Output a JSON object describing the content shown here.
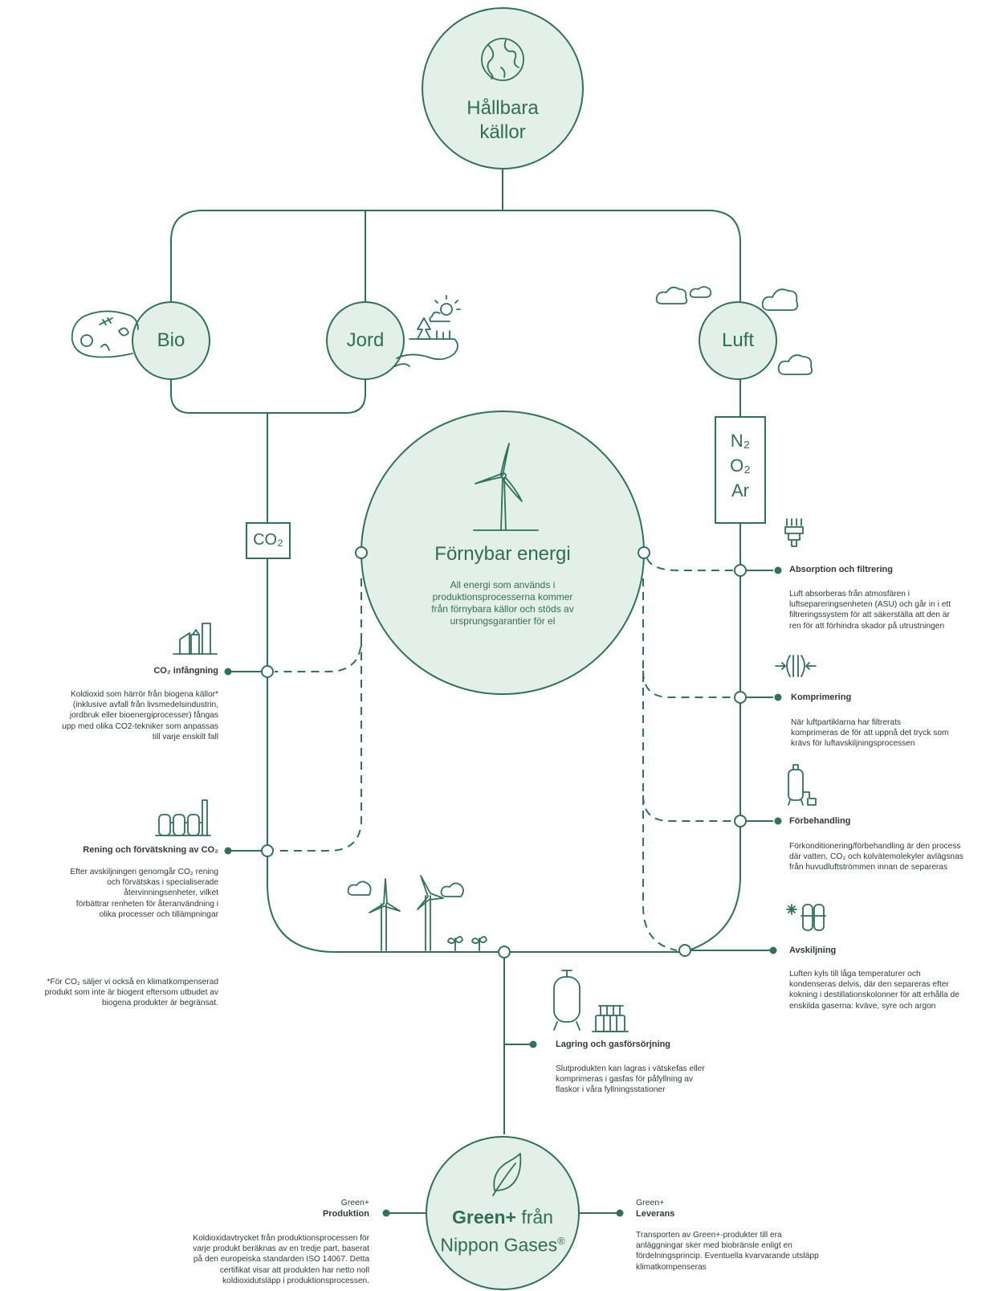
{
  "top": {
    "title_line1": "Hållbara",
    "title_line2": "källor"
  },
  "sources": {
    "bio": "Bio",
    "jord": "Jord",
    "luft": "Luft"
  },
  "gas_box": {
    "n2": "N₂",
    "o2": "O₂",
    "ar": "Ar"
  },
  "co2_box": "CO₂",
  "center": {
    "title": "Förnybar energi",
    "desc": [
      "All energi som används i",
      "produktionsprocesserna kommer",
      "från förnybara källor och stöds av",
      "ursprungsgarantier för el"
    ]
  },
  "left_steps": [
    {
      "title": "CO₂ infångning",
      "desc": [
        "Koldioxid som härrör från biogena källor*",
        "(inklusive avfall från livsmedelsindustrin,",
        "jordbruk eller bioenergiprocesser) fångas",
        "upp med olika CO2-tekniker som anpassas",
        "till varje enskilt fall"
      ]
    },
    {
      "title": "Rening och förvätskning av CO₂",
      "desc": [
        "Efter avskiljningen genomgår CO₂ rening",
        "och förvätskas i specialiserade",
        "återvinningsenheter, vilket",
        "förbättrar renheten för återanvändning i",
        "olika processer och tillämpningar"
      ]
    }
  ],
  "footnote": [
    "*För CO₂ säljer vi också en klimatkompenserad",
    "produkt som inte är biogent eftersom utbudet av",
    "biogena produkter är begränsat."
  ],
  "right_steps": [
    {
      "title": "Absorption och filtrering",
      "desc": [
        "Luft absorberas från atmosfären i",
        "luftseparerin­gsenheten (ASU) och går in i ett",
        "filtreringssystem för att säkerställa att den är",
        "ren för att förhindra skador på utrustningen"
      ]
    },
    {
      "title": "Komprimering",
      "desc": [
        "När luftpartiklarna har filtrerats",
        "komprimeras de för att uppnå det tryck som",
        "krävs för luftavskiljningsprocessen"
      ]
    },
    {
      "title": "Förbehandling",
      "desc": [
        "Förkonditionering/förbehandling är den process",
        "där vatten, CO₂ och kolvätemolekyler avlägsnas",
        "från huvudluftströmmen innan de separeras"
      ]
    },
    {
      "title": "Avskiljning",
      "desc": [
        "Luften kyls till låga temperaturer och",
        "kondenseras delvis, där den separeras efter",
        "kokning i destillationskolonner för att erhålla de",
        "enskilda gaserna: kväve, syre och argon"
      ]
    }
  ],
  "storage": {
    "title": "Lagring och gasförsörjning",
    "desc": [
      "Slutprodukten kan lagras i vätskefas eller",
      "komprimeras i gasfas för påfyllning av",
      "flaskor i våra fyllningsstationer"
    ]
  },
  "bottom": {
    "title_bold": "Green+",
    "title_rest": " från",
    "title_line2": "Nippon Gases",
    "reg": "®"
  },
  "production": {
    "label1": "Green+",
    "label2": "Produktion",
    "desc": [
      "Koldioxidavtrycket från produktionsprocessen för",
      "varje produkt beräknas av en tredje part, baserat",
      "på den europeiska standarden ISO 14067. Detta",
      "certifikat visar att produkten har netto noll",
      "koldioxidutsläpp i produktionsprocessen."
    ]
  },
  "delivery": {
    "label1": "Green+",
    "label2": "Leverans",
    "desc": [
      "Transporten av Green+-produkter till era",
      "anläggningar sker med biobränsle enligt en",
      "fördelningsprincip. Eventuella kvarvarande utsläpp",
      "klimatkompenseras"
    ]
  },
  "icons": [
    "globe-icon",
    "compost-icon",
    "landscape-icon",
    "cloud-icon",
    "wind-turbine-icon",
    "filter-icon",
    "compression-icon",
    "pretreatment-tank-icon",
    "separation-icon",
    "co2-capture-factory-icon",
    "purification-tanks-icon",
    "storage-tank-icon",
    "gas-cylinders-icon",
    "leaf-icon",
    "seedling-icon"
  ],
  "colors": {
    "line": "#2e7358",
    "fill": "#e3efe9",
    "text": "#2f3b35",
    "accent": "#2f6f55"
  }
}
